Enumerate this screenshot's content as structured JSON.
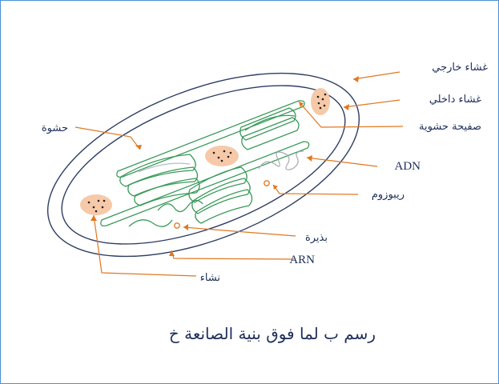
{
  "colors": {
    "membrane": "#2f3d63",
    "thylakoid": "#3a9a5a",
    "leader": "#e07820",
    "starch": "#f6c9a8",
    "text": "#1f2f5a"
  },
  "labels": {
    "outer_membrane": "غشاء خارجي",
    "inner_membrane": "غشاء داخلي",
    "thylakoid_lamella": "صفيحة حشوية",
    "stroma": "حشوة",
    "dna": "ADN",
    "ribosome": "ريبوزوم",
    "granum": "بذيرة",
    "rna": "ARN",
    "starch": "نشاء"
  },
  "caption": "رسم ب لما فوق بنية الصانعة خ"
}
